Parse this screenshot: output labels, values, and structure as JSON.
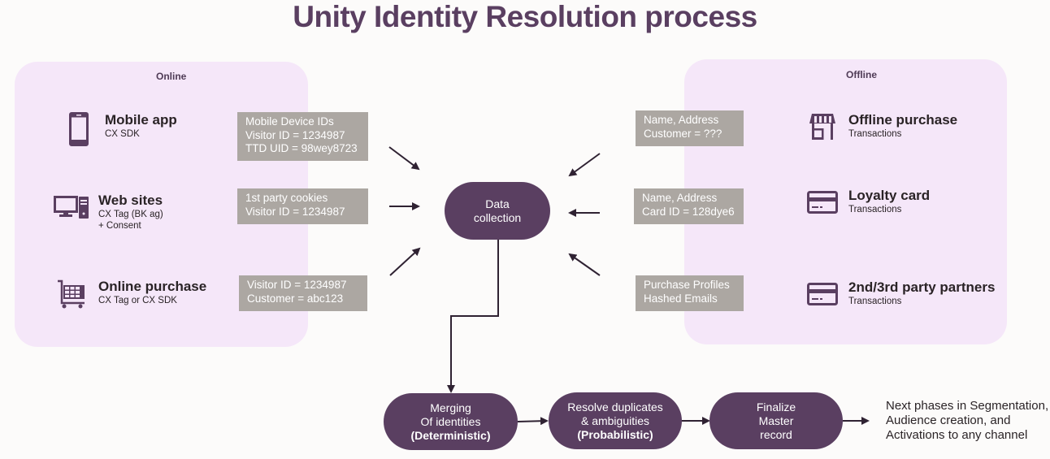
{
  "title": "Unity Identity Resolution process",
  "colors": {
    "brand_purple": "#5a3f61",
    "panel_bg": "#f5e7f9",
    "id_box_bg": "#aca7a2",
    "arrow": "#2f2232"
  },
  "online": {
    "label": "Online",
    "sources": [
      {
        "icon": "mobile-phone-icon",
        "name": "Mobile app",
        "sub": [
          "CX SDK"
        ]
      },
      {
        "icon": "desktop-computer-icon",
        "name": "Web sites",
        "sub": [
          "CX Tag (BK ag)",
          "+ Consent"
        ]
      },
      {
        "icon": "shopping-cart-icon",
        "name": "Online purchase",
        "sub": [
          "CX Tag or CX SDK"
        ]
      }
    ],
    "id_boxes": [
      [
        "Mobile Device IDs",
        "Visitor ID = 1234987",
        "TTD UID = 98wey8723"
      ],
      [
        "1st party cookies",
        "Visitor ID = 1234987"
      ],
      [
        "Visitor ID = 1234987",
        "Customer = abc123"
      ]
    ]
  },
  "offline": {
    "label": "Offline",
    "sources": [
      {
        "icon": "storefront-icon",
        "name": "Offline purchase",
        "sub": [
          "Transactions"
        ]
      },
      {
        "icon": "credit-card-icon",
        "name": "Loyalty card",
        "sub": [
          "Transactions"
        ]
      },
      {
        "icon": "credit-card-icon",
        "name": "2nd/3rd party partners",
        "sub": [
          "Transactions"
        ]
      }
    ],
    "id_boxes": [
      [
        "Name, Address",
        "Customer = ???"
      ],
      [
        "Name, Address",
        "Card ID = 128dye6"
      ],
      [
        "Purchase Profiles",
        "Hashed Emails"
      ]
    ]
  },
  "center": {
    "data_collection": [
      "Data",
      "collection"
    ]
  },
  "pipeline": [
    {
      "lines": [
        "Merging",
        "Of identities"
      ],
      "bold": "(Deterministic)"
    },
    {
      "lines": [
        "Resolve duplicates",
        "& ambiguities"
      ],
      "bold": "(Probabilistic)"
    },
    {
      "lines": [
        "Finalize",
        "Master",
        "record"
      ],
      "bold": ""
    }
  ],
  "next_phases": [
    "Next phases in Segmentation,",
    "Audience creation, and",
    "Activations to any channel"
  ]
}
